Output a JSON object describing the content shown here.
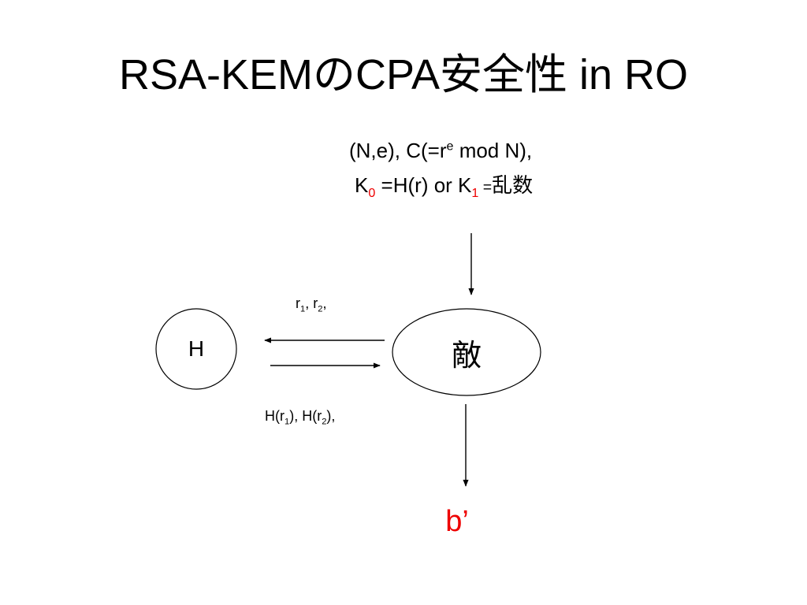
{
  "slide": {
    "title": "RSA-KEMのCPA安全性 in RO"
  },
  "challenge": {
    "line1_prefix": "(N,e), C(=r",
    "line1_sup": "e",
    "line1_suffix": " mod N),",
    "line2_k": "K",
    "line2_sub0": "0",
    "line2_mid": " =H(r) or K",
    "line2_sub1": "1",
    "line2_eq": " =",
    "line2_random": "乱数"
  },
  "query": {
    "r": "r",
    "sub1": "1",
    "sep": ", r",
    "sub2": "2",
    "tail": ","
  },
  "answer": {
    "h1": "H(r",
    "sub1": "1",
    "mid": "), H(r",
    "sub2": "2",
    "tail": "),"
  },
  "nodes": {
    "hash_oracle": "H",
    "adversary": "敵"
  },
  "output": {
    "guess": "b’"
  },
  "colors": {
    "text": "#000000",
    "accent": "#ee0000",
    "background": "#ffffff"
  }
}
